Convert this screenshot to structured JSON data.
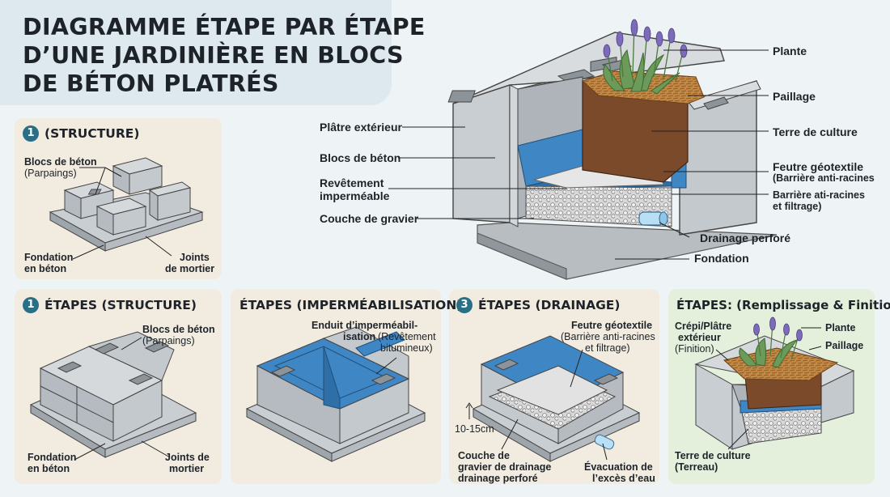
{
  "title": {
    "line1": "DIAGRAMME ÉTAPE PAR ÉTAPE",
    "line2": "D’UNE JARDINIÈRE EN BLOCS",
    "line3": "DE BÉTON PLATRÉS"
  },
  "main": {
    "left_labels": [
      "Plâtre extérieur",
      "Blocs de béton",
      "Revêtement",
      "imperméable",
      "Couche de gravier"
    ],
    "right_labels": {
      "plante": "Plante",
      "paillage": "Paillage",
      "terre": "Terre de culture",
      "feutre": "Feutre géotextile",
      "feutre_sub": "(Barrière anti-racines",
      "barriere": "Barrière ati-racines",
      "barriere2": "et filtrage)",
      "drainage": "Drainage perforé",
      "fondation": "Fondation"
    }
  },
  "panel_structure_top": {
    "number": "1",
    "title": "(STRUCTURE)",
    "blocs": "Blocs de béton",
    "blocs_sub": "(Parpaings)",
    "fondation1": "Fondation",
    "fondation2": "en béton",
    "joints1": "Joints",
    "joints2": "de mortier"
  },
  "panel_structure": {
    "number": "1",
    "title": "ÉTAPES (STRUCTURE)",
    "blocs": "Blocs de béton",
    "blocs_sub": "(Parpaings)",
    "fondation1": "Fondation",
    "fondation2": "en béton",
    "joints1": "Joints de",
    "joints2": "mortier"
  },
  "panel_waterproof": {
    "title": "ÉTAPES (IMPERMÉABILISATION)",
    "l1": "Enduit d’imperméabil-",
    "l2": "isation",
    "l2b": "(Revêtement",
    "l3": "bitumineux)"
  },
  "panel_drainage": {
    "number": "3",
    "title": "ÉTAPES (DRAINAGE)",
    "feutre": "Feutre géotextile",
    "feutre2": "(Barrière anti-racines",
    "feutre3": "et filtrage)",
    "depth": "10-15cm",
    "gravier1": "Couche de",
    "gravier2": "gravier de drainage",
    "gravier3": "drainage perforé",
    "evac1": "Évacuation de",
    "evac2": "l’excès d’eau"
  },
  "panel_finish": {
    "title": "ÉTAPES: (Remplissage & Finition)",
    "crepi1": "Crépi/Plâtre",
    "crepi2": "extérieur",
    "crepi3": "(Finition)",
    "plante": "Plante",
    "paillage": "Paillage",
    "terre1": "Terre de culture",
    "terre2": "(Terreau)"
  },
  "colors": {
    "concrete": "#c9ced2",
    "concrete_dark": "#9ea5ab",
    "membrane": "#3f86c4",
    "soil": "#7a4a2a",
    "mulch": "#c98f4a",
    "gravel": "#d6d6d6",
    "lavender": "#7c6bb8",
    "leaf": "#6b9a5a",
    "badge": "#2a6f86"
  }
}
